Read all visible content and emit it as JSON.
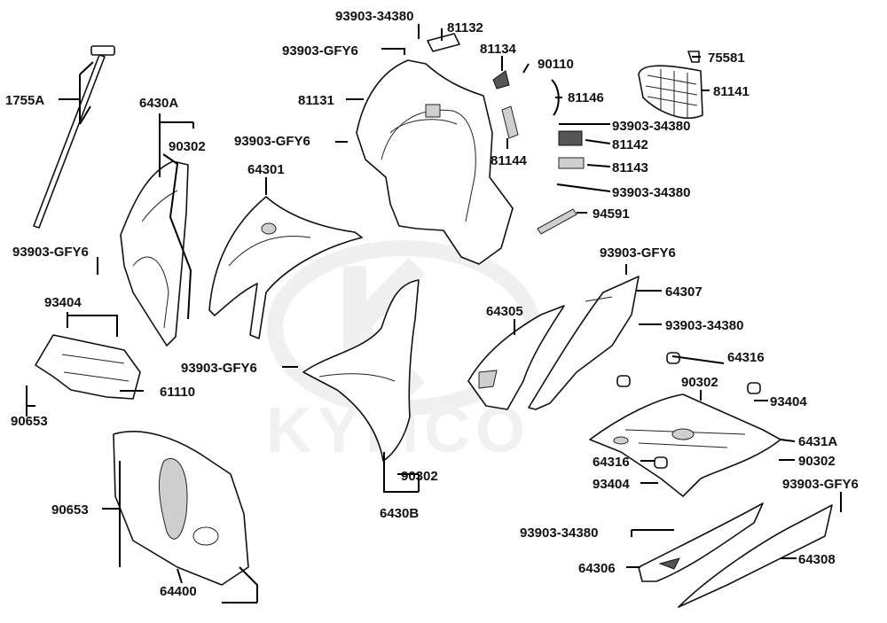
{
  "watermark": {
    "brand": "KYMCO",
    "color": "#e4e4e4"
  },
  "labels": {
    "p1755A": "1755A",
    "p6430A": "6430A",
    "p90302_a": "90302",
    "p93903GFY6_a": "93903-GFY6",
    "p93404_a": "93404",
    "p61110": "61110",
    "p90653_a": "90653",
    "p90653_b": "90653",
    "p64400": "64400",
    "p93903_34380_a": "93903-34380",
    "p81132": "81132",
    "p93903GFY6_b": "93903-GFY6",
    "p81134": "81134",
    "p90110": "90110",
    "p81131": "81131",
    "p81146": "81146",
    "p75581": "75581",
    "p81141": "81141",
    "p93903_34380_b": "93903-34380",
    "p81142": "81142",
    "p93903GFY6_c": "93903-GFY6",
    "p81144": "81144",
    "p81143": "81143",
    "p93903_34380_c": "93903-34380",
    "p94591": "94591",
    "p64301": "64301",
    "p93903GFY6_d": "93903-GFY6",
    "p90302_b": "90302",
    "p6430B": "6430B",
    "p64305": "64305",
    "p93903GFY6_e": "93903-GFY6",
    "p64307": "64307",
    "p93903_34380_d": "93903-34380",
    "p64316_a": "64316",
    "p90302_c": "90302",
    "p93404_b": "93404",
    "p6431A": "6431A",
    "p64316_b": "64316",
    "p90302_d": "90302",
    "p93404_c": "93404",
    "p93903GFY6_f": "93903-GFY6",
    "p93903_34380_e": "93903-34380",
    "p64306": "64306",
    "p64308": "64308"
  }
}
